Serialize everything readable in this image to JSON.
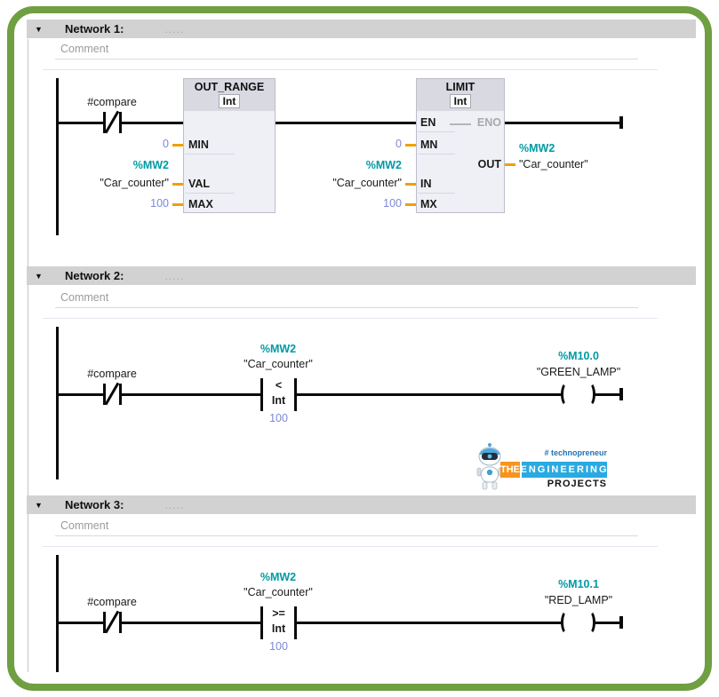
{
  "colors": {
    "frame_border_green": "#6f9f41",
    "network_header_gray": "#d2d2d2",
    "block_body": "#eef0f6",
    "block_header": "#d8d9e1",
    "operand_teal": "#009aa4",
    "constant_blue": "#7d88da",
    "pin_stub_orange": "#efa000",
    "logo_orange": "#f7941d",
    "logo_cyan": "#29aae1"
  },
  "networks": [
    {
      "collapse_icon": "▼",
      "title": "Network 1:",
      "dots": ".....",
      "comment": "Comment"
    },
    {
      "collapse_icon": "▼",
      "title": "Network 2:",
      "dots": ".....",
      "comment": "Comment"
    },
    {
      "collapse_icon": "▼",
      "title": "Network 3:",
      "dots": ".....",
      "comment": "Comment"
    }
  ],
  "network1": {
    "contact": {
      "label": "#compare"
    },
    "out_range_block": {
      "title": "OUT_RANGE",
      "type": "Int",
      "pin_min": {
        "name": "MIN",
        "value": "0"
      },
      "pin_val": {
        "name": "VAL",
        "operand": "%MW2",
        "operand_name": "\"Car_counter\""
      },
      "pin_max": {
        "name": "MAX",
        "value": "100"
      }
    },
    "limit_block": {
      "title": "LIMIT",
      "type": "Int",
      "en": "EN",
      "eno": "ENO",
      "pin_mn": {
        "name": "MN",
        "value": "0"
      },
      "pin_in": {
        "name": "IN",
        "operand": "%MW2",
        "operand_name": "\"Car_counter\""
      },
      "pin_mx": {
        "name": "MX",
        "value": "100"
      },
      "pin_out": {
        "name": "OUT",
        "operand": "%MW2",
        "operand_name": "\"Car_counter\""
      }
    }
  },
  "network2": {
    "contact": {
      "label": "#compare"
    },
    "compare_contact": {
      "operand": "%MW2",
      "operand_name": "\"Car_counter\"",
      "operator": "<",
      "type": "Int",
      "constant": "100"
    },
    "coil": {
      "operand": "%M10.0",
      "operand_name": "\"GREEN_LAMP\""
    }
  },
  "network3": {
    "contact": {
      "label": "#compare"
    },
    "compare_contact": {
      "operand": "%MW2",
      "operand_name": "\"Car_counter\"",
      "operator": ">=",
      "type": "Int",
      "constant": "100"
    },
    "coil": {
      "operand": "%M10.1",
      "operand_name": "\"RED_LAMP\""
    }
  },
  "logo": {
    "tagline": "# technopreneur",
    "word_the": "THE",
    "word_engineering": "ENGINEERING",
    "word_projects": "PROJECTS"
  }
}
